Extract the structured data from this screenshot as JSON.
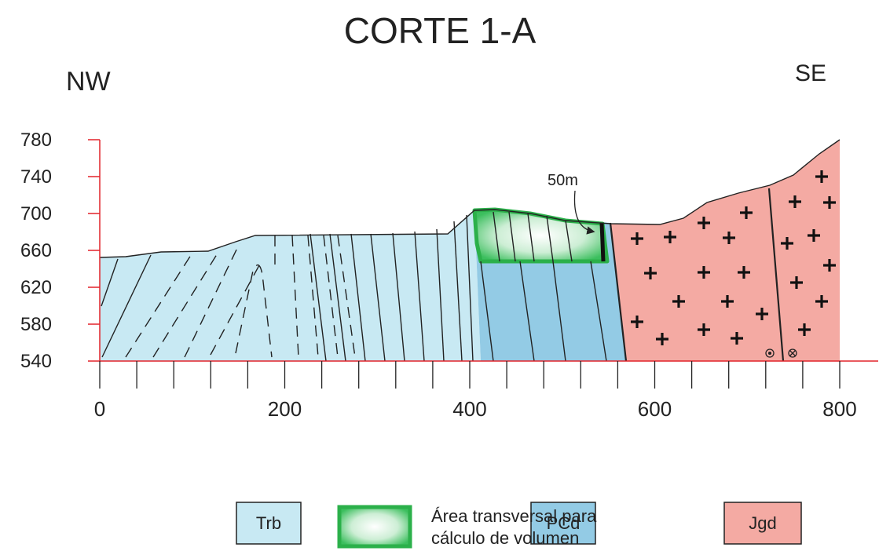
{
  "title": "CORTE 1-A",
  "directions": {
    "left": "NW",
    "right": "SE"
  },
  "y_axis": {
    "ticks": [
      "780",
      "740",
      "700",
      "660",
      "620",
      "580",
      "540"
    ]
  },
  "x_axis": {
    "ticks": [
      "0",
      "200",
      "400",
      "600",
      "800"
    ]
  },
  "annotation": {
    "label": "50m"
  },
  "legend": {
    "units": [
      {
        "code": "Trb",
        "color": "#c8e9f3"
      },
      {
        "code": "PCd",
        "color": "#93cbe5"
      },
      {
        "code": "Jgd",
        "color": "#f4aaa3"
      }
    ],
    "area": {
      "line1": "Área transversal para",
      "line2": "cálculo de volumen",
      "border_color": "#2bb04a"
    }
  },
  "colors": {
    "axis": "#e2232a",
    "outline": "#222222"
  }
}
